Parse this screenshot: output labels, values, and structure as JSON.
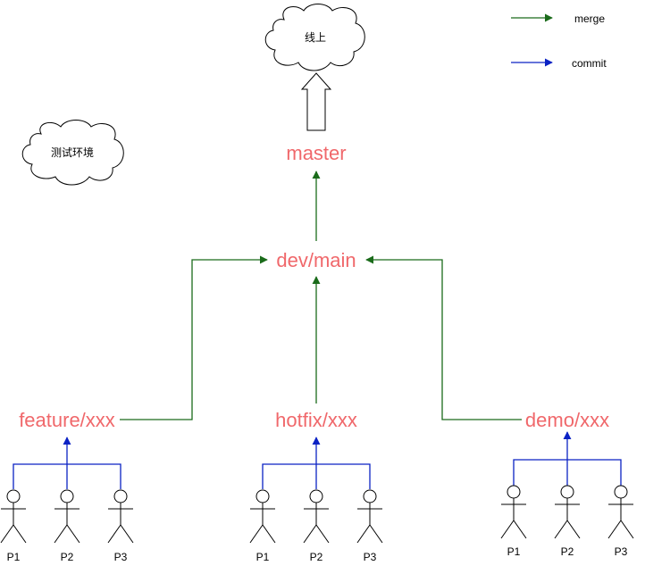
{
  "colors": {
    "branch_text": "#f0686b",
    "merge": "#1a6b1a",
    "commit": "#0b22c4"
  },
  "legend": {
    "merge": "merge",
    "commit": "commit"
  },
  "clouds": {
    "production": "线上",
    "test": "测试环境"
  },
  "branches": {
    "master": "master",
    "dev": "dev/main",
    "feature": "feature/xxx",
    "hotfix": "hotfix/xxx",
    "demo": "demo/xxx"
  },
  "teams": [
    {
      "branch": "feature/xxx",
      "people": [
        "P1",
        "P2",
        "P3"
      ]
    },
    {
      "branch": "hotfix/xxx",
      "people": [
        "P1",
        "P2",
        "P3"
      ]
    },
    {
      "branch": "demo/xxx",
      "people": [
        "P1",
        "P2",
        "P3"
      ]
    }
  ]
}
